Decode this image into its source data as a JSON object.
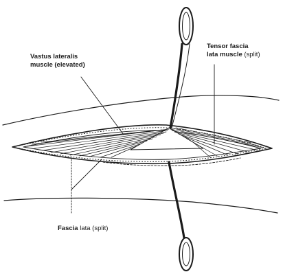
{
  "labels": {
    "vastus": {
      "line1": "Vastus lateralis",
      "line2": "muscle (elevated)"
    },
    "tensor": {
      "line1": "Tensor fascia",
      "line2a": "lata muscle",
      "line2b": " (split)"
    },
    "fascia": {
      "a": "Fascia",
      "b": " lata (split)"
    }
  }
}
